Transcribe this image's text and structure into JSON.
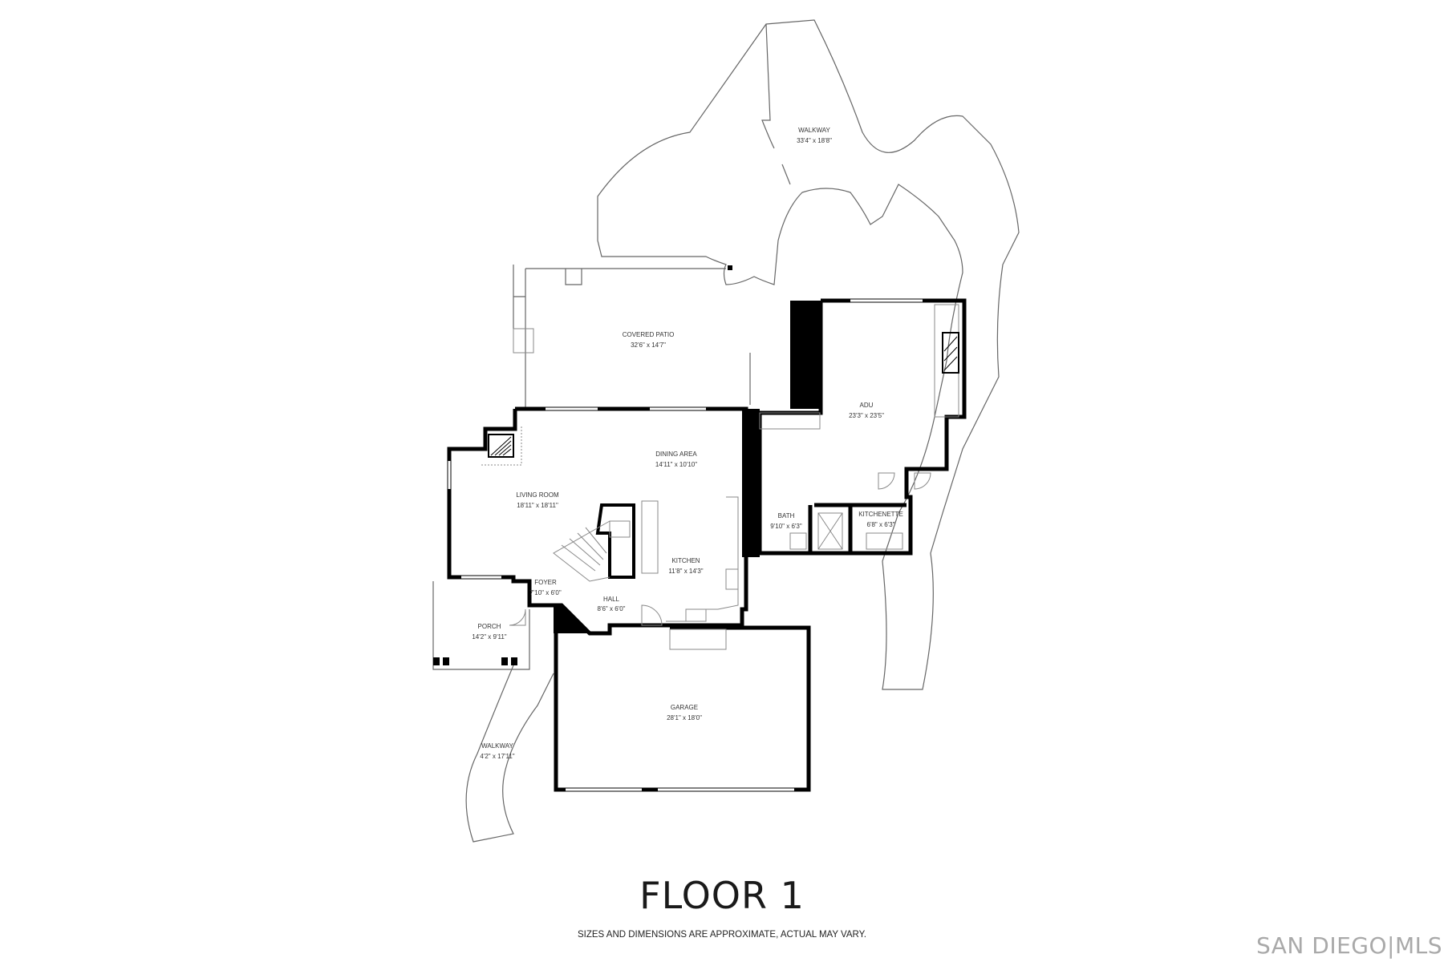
{
  "rooms": [
    {
      "id": "walkway-north",
      "name": "WALKWAY",
      "dims": "33'4\" x 18'8\""
    },
    {
      "id": "covered-patio",
      "name": "COVERED PATIO",
      "dims": "32'6\" x 14'7\""
    },
    {
      "id": "adu",
      "name": "ADU",
      "dims": "23'3\" x 23'5\""
    },
    {
      "id": "dining-area",
      "name": "DINING AREA",
      "dims": "14'11\" x 10'10\""
    },
    {
      "id": "living-room",
      "name": "LIVING ROOM",
      "dims": "18'11\" x 18'11\""
    },
    {
      "id": "bath",
      "name": "BATH",
      "dims": "9'10\" x 6'3\""
    },
    {
      "id": "kitchenette",
      "name": "KITCHENETTE",
      "dims": "6'8\" x 6'3\""
    },
    {
      "id": "kitchen",
      "name": "KITCHEN",
      "dims": "11'8\" x 14'3\""
    },
    {
      "id": "foyer",
      "name": "FOYER",
      "dims": "7'10\" x 6'0\""
    },
    {
      "id": "hall",
      "name": "HALL",
      "dims": "8'6\" x 6'0\""
    },
    {
      "id": "porch",
      "name": "PORCH",
      "dims": "14'2\" x 9'11\""
    },
    {
      "id": "garage",
      "name": "GARAGE",
      "dims": "28'1\" x 18'0\""
    },
    {
      "id": "walkway-south",
      "name": "WALKWAY",
      "dims": "4'2\" x 17'11\""
    }
  ],
  "floor_title": "FLOOR 1",
  "disclaimer": "SIZES AND DIMENSIONS ARE APPROXIMATE, ACTUAL MAY VARY.",
  "watermark": "SAN DIEGO|MLS",
  "colors": {
    "wall": "#000000",
    "watermark": "#a9a9a9"
  }
}
